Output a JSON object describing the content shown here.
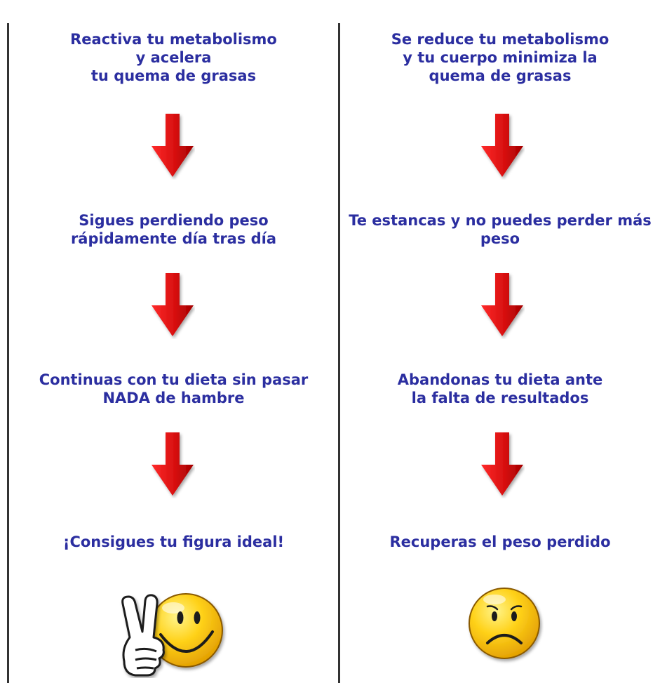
{
  "left_column": {
    "steps": [
      {
        "lines": [
          "Reactiva tu metabolismo",
          "y acelera",
          "tu quema de grasas"
        ]
      },
      {
        "lines": [
          "Sigues perdiendo peso",
          "rápidamente día tras día"
        ]
      },
      {
        "lines": [
          "Continuas con tu dieta sin pasar",
          "NADA de hambre"
        ]
      },
      {
        "lines": [
          "¡Consigues tu figura ideal!"
        ]
      }
    ],
    "face_icon": "happy-smiley-peace-sign-icon"
  },
  "right_column": {
    "steps": [
      {
        "lines": [
          "Se reduce tu metabolismo",
          "y tu cuerpo minimiza la",
          "quema de grasas"
        ]
      },
      {
        "lines": [
          "Te estancas y no puedes perder más",
          "peso"
        ]
      },
      {
        "lines": [
          "Abandonas tu dieta ante",
          "la falta de resultados"
        ]
      },
      {
        "lines": [
          "Recuperas el peso perdido"
        ]
      }
    ],
    "face_icon": "sad-smiley-icon"
  },
  "colors": {
    "text": "#2b2ea0",
    "arrow": "#d81010",
    "divider": "#333333",
    "smiley": "#f5c400"
  }
}
